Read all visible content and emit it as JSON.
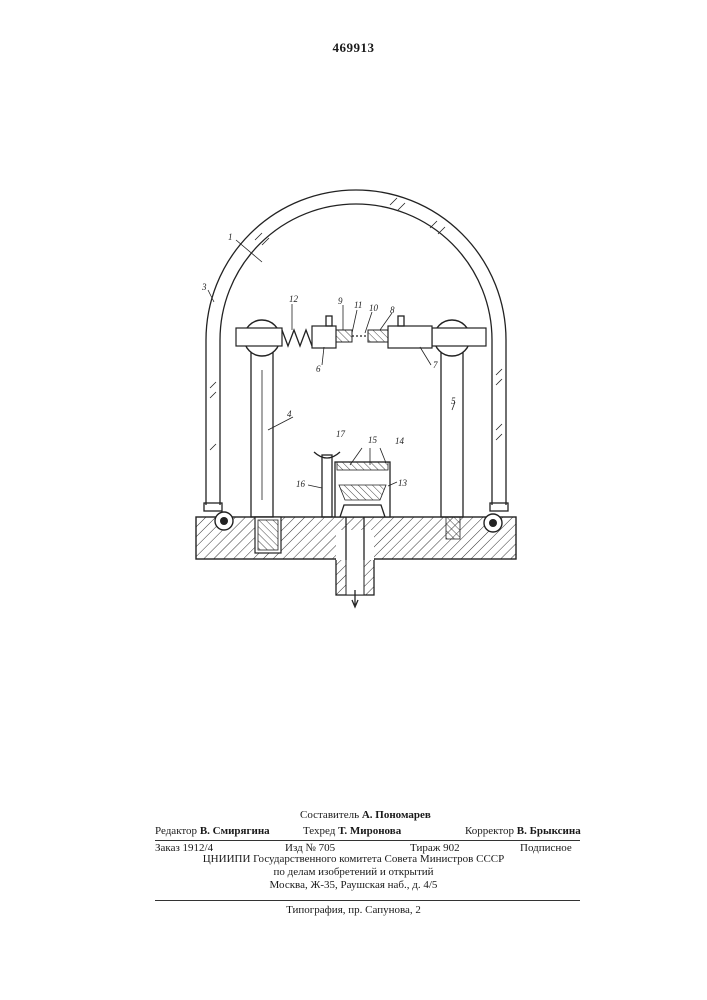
{
  "header": {
    "patent_number": "469913"
  },
  "figure": {
    "part_numbers": [
      "1",
      "3",
      "4",
      "5",
      "6",
      "7",
      "8",
      "9",
      "10",
      "11",
      "12",
      "13",
      "14",
      "15",
      "16",
      "17"
    ]
  },
  "imprint": {
    "compiler_label": "Составитель",
    "compiler_name": "А. Пономарев",
    "editor_label": "Редактор",
    "editor_name": "В. Смирягина",
    "techred_label": "Техред",
    "techred_name": "Т. Миронова",
    "corrector_label": "Корректор",
    "corrector_name": "В. Брыксина",
    "order": "Заказ 1912/4",
    "edition": "Изд № 705",
    "circulation": "Тираж 902",
    "subscription": "Подписное",
    "org_line1": "ЦНИИПИ Государственного комитета Совета Министров СССР",
    "org_line2": "по делам изобретений и открытий",
    "org_line3": "Москва, Ж-35, Раушская наб., д. 4/5",
    "printing_house": "Типография, пр. Сапунова, 2"
  }
}
